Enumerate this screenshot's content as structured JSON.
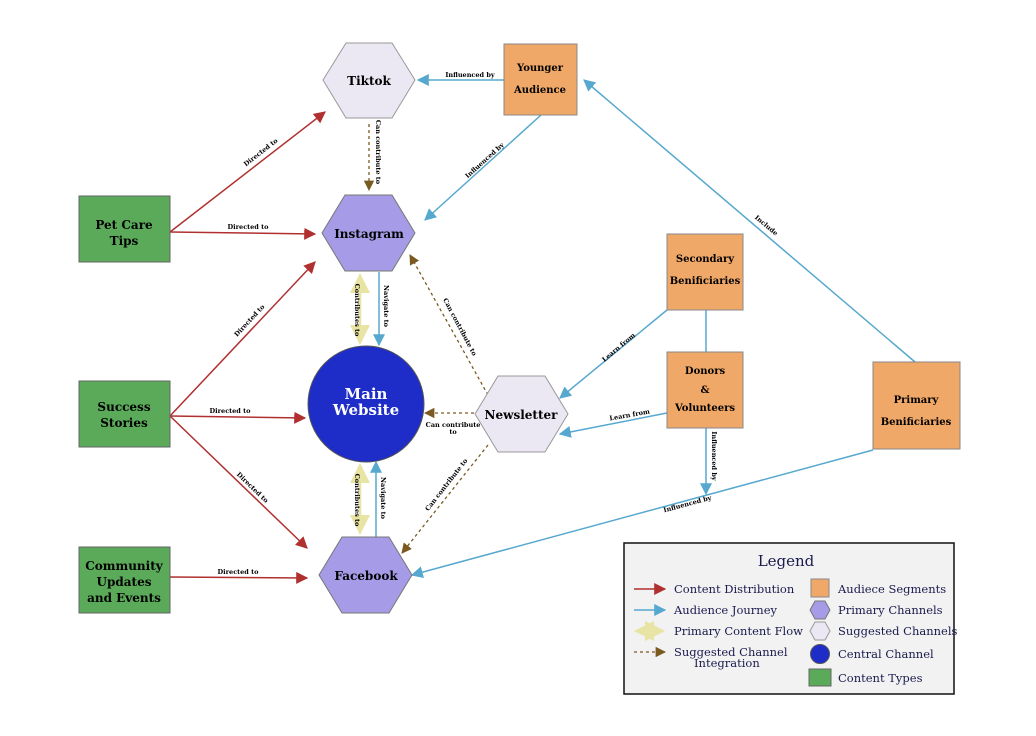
{
  "colors": {
    "content_distribution": "#b03030",
    "audience_journey": "#56a8cf",
    "primary_flow": "#e8e4a4",
    "suggested_integration": "#7a5a20",
    "audience_segment": "#f0a868",
    "primary_channel": "#a69be6",
    "suggested_channel": "#ebe8f4",
    "central_channel": "#1e2dc8",
    "content_type": "#5aaa5a"
  },
  "nodes": {
    "tiktok": "Tiktok",
    "instagram": "Instagram",
    "facebook": "Facebook",
    "newsletter": "Newsletter",
    "main_website_line1": "Main",
    "main_website_line2": "Website",
    "younger_audience_line1": "Younger",
    "younger_audience_line2": "Audience",
    "secondary_line1": "Secondary",
    "secondary_line2": "Benificiaries",
    "donors_line1": "Donors",
    "donors_line2": "&",
    "donors_line3": "Volunteers",
    "primary_line1": "Primary",
    "primary_line2": "Benificiaries",
    "pet_care_line1": "Pet Care",
    "pet_care_line2": "Tips",
    "success_line1": "Success",
    "success_line2": "Stories",
    "community_line1": "Community",
    "community_line2": "Updates",
    "community_line3": "and Events"
  },
  "edges": {
    "pet_tiktok": "Directed to",
    "pet_instagram": "Directed to",
    "success_instagram": "Directed to",
    "success_website": "Directed to",
    "success_facebook": "Directed to",
    "community_facebook": "Directed to",
    "younger_tiktok": "Influenced by",
    "younger_instagram": "Influenced by",
    "tiktok_instagram": "Can contribute to",
    "instagram_website": "Contributes to",
    "instagram_navigate": "Navigate to",
    "facebook_website": "Contributes to",
    "facebook_navigate": "Navigate to",
    "newsletter_instagram": "Can contribute to",
    "newsletter_website_line1": "Can contribute",
    "newsletter_website_line2": "to",
    "newsletter_facebook": "Can contribute to",
    "secondary_newsletter": "Learn from",
    "donors_newsletter": "Learn from",
    "donors_influenced": "Influenced by",
    "primary_younger": "Include",
    "primary_facebook": "Influenced by"
  },
  "legend": {
    "title": "Legend",
    "content_distribution": "Content Distribution",
    "audience_journey": "Audience Journey",
    "primary_content_flow": "Primary Content Flow",
    "suggested_integration_line1": "Suggested Channel",
    "suggested_integration_line2": "Integration",
    "audience_segments": "Audiece Segments",
    "primary_channels": "Primary Channels",
    "suggested_channels": "Suggested Channels",
    "central_channel": "Central Channel",
    "content_types": "Content Types"
  }
}
